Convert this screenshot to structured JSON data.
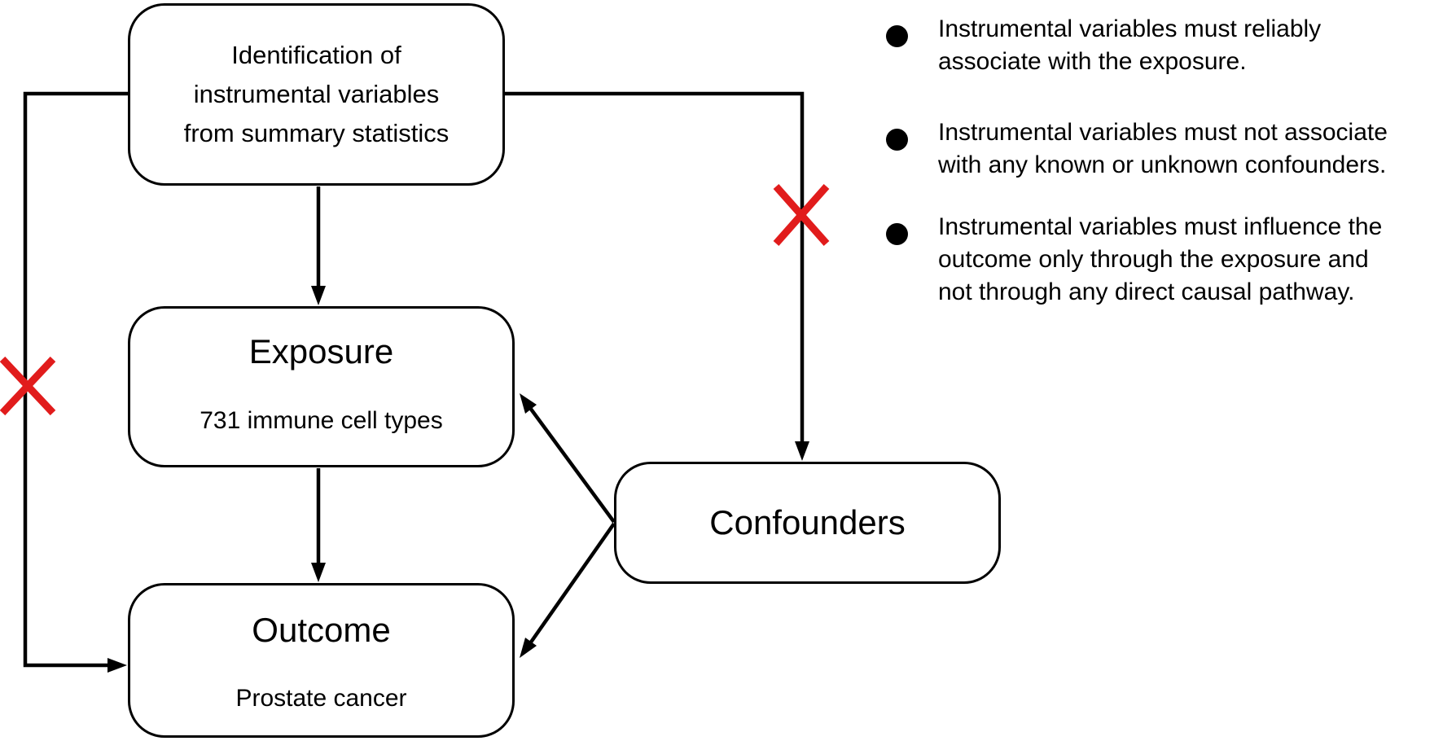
{
  "figure": {
    "background": "#ffffff",
    "colors": {
      "line": "#000000",
      "text": "#000000",
      "cross": "#e11c1c"
    }
  },
  "nodes": {
    "iv": {
      "lines": [
        "Identification of",
        "instrumental variables",
        "from summary statistics"
      ]
    },
    "exposure": {
      "title": "Exposure",
      "subtitle": "731 immune cell types"
    },
    "outcome": {
      "title": "Outcome",
      "subtitle": "Prostate cancer"
    },
    "confounders": {
      "title": "Confounders"
    }
  },
  "assumptions": {
    "items": [
      {
        "lines": [
          "Instrumental variables must reliably",
          "associate with the exposure."
        ]
      },
      {
        "lines": [
          "Instrumental variables must not associate",
          "with any known or unknown confounders."
        ]
      },
      {
        "lines": [
          "Instrumental variables must influence the",
          "outcome only through the exposure and",
          "not through any direct causal pathway."
        ]
      }
    ]
  }
}
